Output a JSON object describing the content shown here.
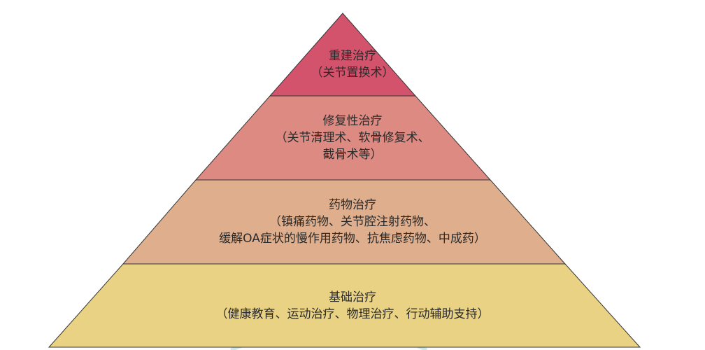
{
  "colors": {
    "tier_1": "#d4536c",
    "tier_2": "#dc8a82",
    "tier_3": "#dfae8c",
    "tier_4": "#e9d283",
    "outline": "#333333",
    "watermark": "#9fd6d0"
  },
  "tiers": [
    {
      "title": "重建治疗",
      "lines": [
        "（关节置换术）"
      ]
    },
    {
      "title": "修复性治疗",
      "lines": [
        "（关节清理术、软骨修复术、",
        "截骨术等）"
      ]
    },
    {
      "title": "药物治疗",
      "lines": [
        "（镇痛药物、关节腔注射药物、",
        "缓解OA症状的慢作用药物、抗焦虑药物、中成药）"
      ]
    },
    {
      "title": "基础治疗",
      "lines": [
        "（健康教育、运动治疗、物理治疗、行动辅助支持）"
      ]
    }
  ]
}
